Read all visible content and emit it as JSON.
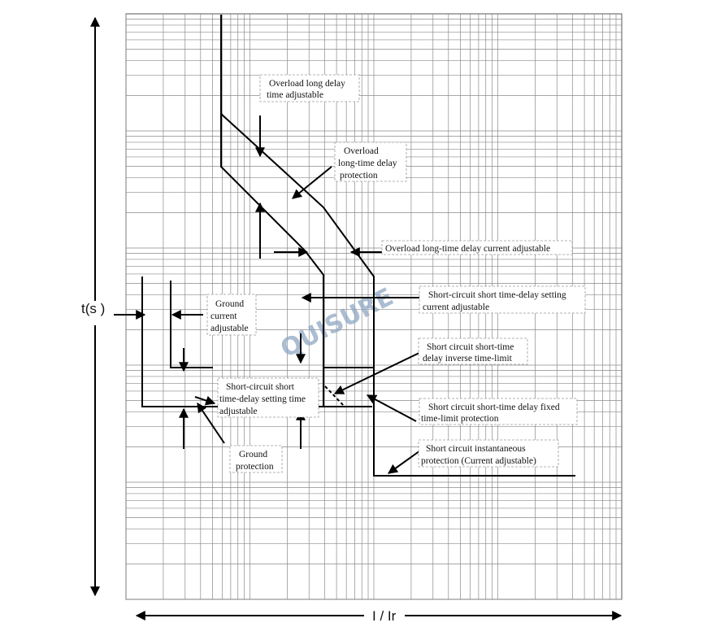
{
  "axes": {
    "y_label": "t(s )",
    "x_label": "I / Ir"
  },
  "watermark": "QUISURE",
  "labels": {
    "overload_long_delay_time": [
      "Overload long delay",
      "time adjustable"
    ],
    "overload_long_time_protection": [
      "Overload",
      "long-time delay",
      "protection"
    ],
    "overload_long_time_current": [
      "Overload long-time delay current adjustable"
    ],
    "sc_short_time_setting_current": [
      "Short-circuit short time-delay setting",
      "current adjustable"
    ],
    "ground_current": [
      "Ground",
      "current",
      "adjustable"
    ],
    "sc_short_time_inverse": [
      "Short circuit short-time",
      "delay inverse time-limit"
    ],
    "sc_short_time_setting_time": [
      "Short-circuit short",
      "time-delay setting time",
      "adjustable"
    ],
    "sc_short_time_fixed": [
      "Short circuit short-time delay fixed",
      "time-limit protection"
    ],
    "ground_protection": [
      "Ground",
      "protection"
    ],
    "sc_instantaneous": [
      "Short circuit instantaneous",
      "protection (Current adjustable)"
    ]
  },
  "colors": {
    "grid": "#8a8a8a",
    "curve": "#000000",
    "watermark": "#8fa7c4",
    "label_border": "#9a9a9a"
  }
}
